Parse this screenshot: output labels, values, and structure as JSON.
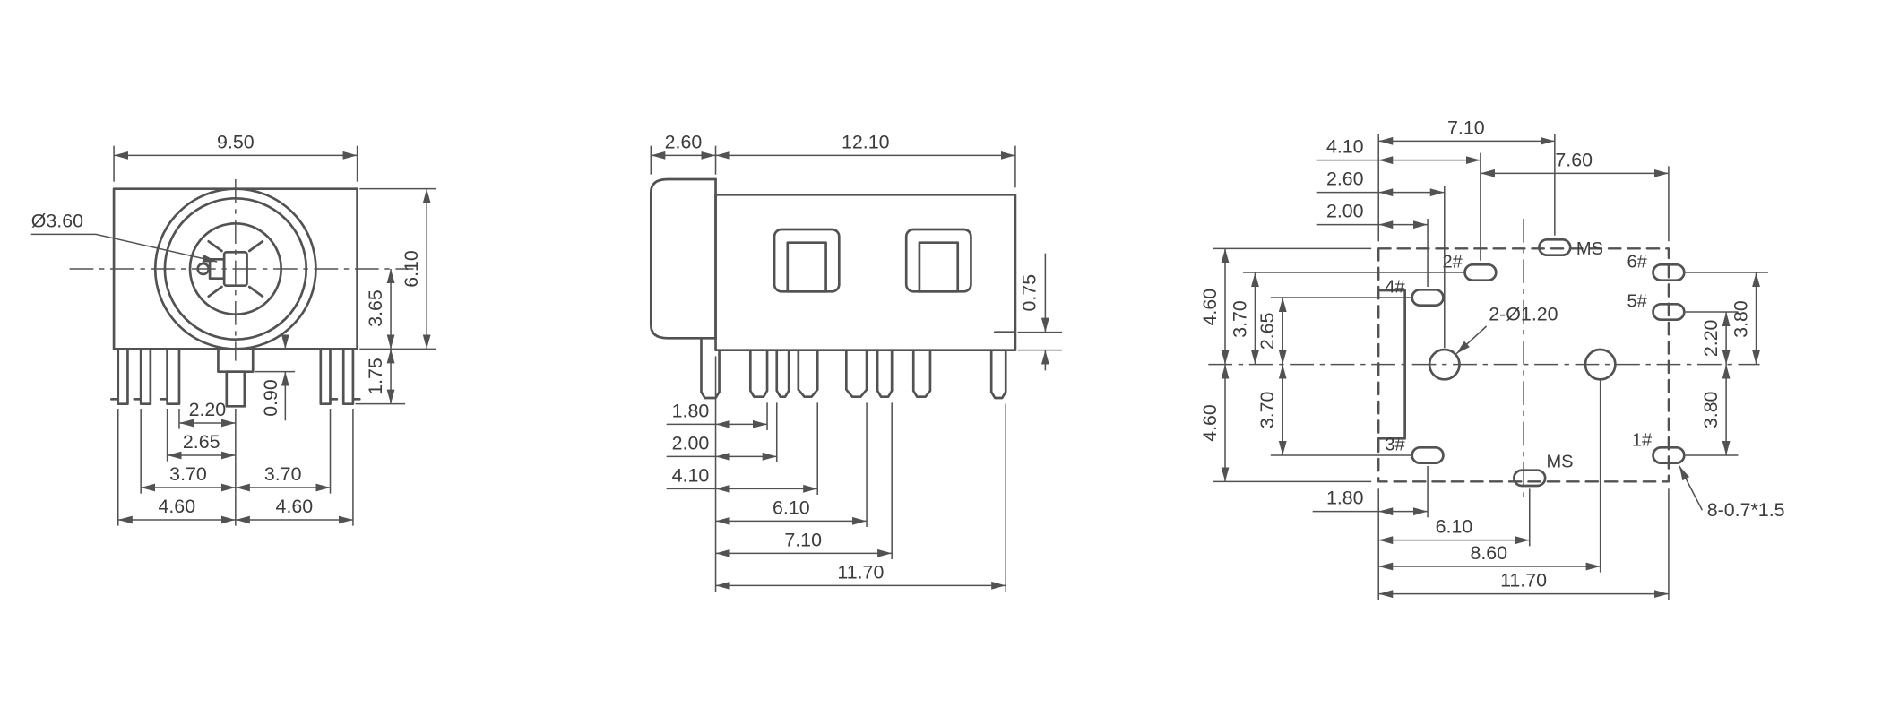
{
  "front": {
    "dia": "Ø3.60",
    "w": "9.50",
    "h": "6.10",
    "h_half": "3.65",
    "pin_len": "1.75",
    "p220": "2.20",
    "p090": "0.90",
    "p265": "2.65",
    "p370l": "3.70",
    "p370r": "3.70",
    "p460l": "4.60",
    "p460r": "4.60"
  },
  "side": {
    "p260": "2.60",
    "p1210": "12.10",
    "p075": "0.75",
    "p180": "1.80",
    "p200": "2.00",
    "p410": "4.10",
    "p610": "6.10",
    "p710": "7.10",
    "p1170": "11.70"
  },
  "pcb": {
    "p710": "7.10",
    "p410": "4.10",
    "p260": "2.60",
    "p200": "2.00",
    "p760": "7.60",
    "p460t": "4.60",
    "p370t": "3.70",
    "p265": "2.65",
    "p370b": "3.70",
    "p460b": "4.60",
    "p180": "1.80",
    "p610": "6.10",
    "p860": "8.60",
    "p1170": "11.70",
    "p220": "2.20",
    "p380t": "3.80",
    "p380b": "3.80",
    "holes": "2-Ø1.20",
    "pads": "8-0.7*1.5",
    "pin1": "1#",
    "pin2": "2#",
    "pin3": "3#",
    "pin4": "4#",
    "pin5": "5#",
    "pin6": "6#",
    "ms1": "MS",
    "ms2": "MS"
  }
}
